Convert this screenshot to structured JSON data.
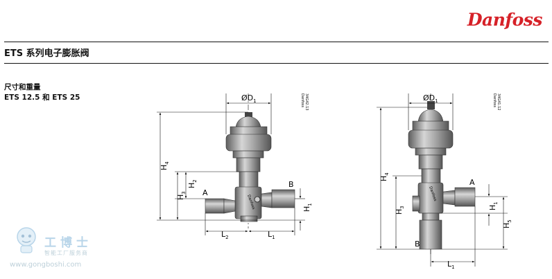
{
  "header": {
    "brand": "Danfoss",
    "title": "ETS 系列电子膨胀阀"
  },
  "section": {
    "heading_line1": "尺寸和重量",
    "heading_line2": "ETS 12.5 和 ETS 25"
  },
  "drawing_left": {
    "code_line1": "Danfoss",
    "code_line2": "34G42.13",
    "valve_marking": "Danfoss",
    "dims": {
      "od_main": "ØD",
      "od_sub": "1",
      "h4_main": "H",
      "h4_sub": "4",
      "h2_main": "H",
      "h2_sub": "2",
      "h3_main": "H",
      "h3_sub": "3",
      "h1_main": "H",
      "h1_sub": "1",
      "l2_main": "L",
      "l2_sub": "2",
      "l1_main": "L",
      "l1_sub": "1"
    },
    "port_a": "A",
    "port_b": "B"
  },
  "drawing_right": {
    "code_line1": "Danfoss",
    "code_line2": "34G41.12",
    "valve_marking": "Danfoss",
    "dims": {
      "od_main": "ØD",
      "od_sub": "1",
      "h4_main": "H",
      "h4_sub": "4",
      "h3_main": "H",
      "h3_sub": "3",
      "h1_main": "H",
      "h1_sub": "1",
      "h5_main": "H",
      "h5_sub": "5",
      "l1_main": "L",
      "l1_sub": "1"
    },
    "port_a": "A",
    "port_b": "B"
  },
  "watermark": {
    "name": "工博士",
    "sub": "智能工厂服务商",
    "url": "www.gongboshi.com"
  }
}
